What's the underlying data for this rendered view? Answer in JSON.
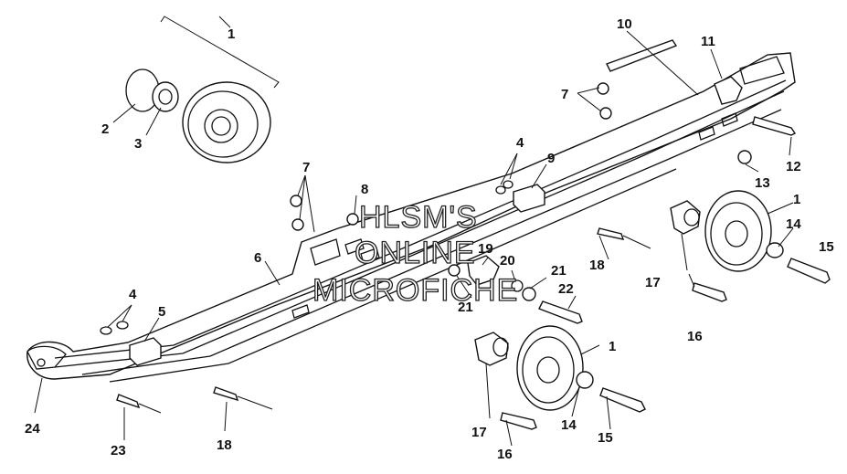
{
  "diagram": {
    "callouts": [
      {
        "id": "c1a",
        "label": "1"
      },
      {
        "id": "c2",
        "label": "2"
      },
      {
        "id": "c3",
        "label": "3"
      },
      {
        "id": "c4a",
        "label": "4"
      },
      {
        "id": "c4b",
        "label": "4"
      },
      {
        "id": "c5",
        "label": "5"
      },
      {
        "id": "c6",
        "label": "6"
      },
      {
        "id": "c7a",
        "label": "7"
      },
      {
        "id": "c7b",
        "label": "7"
      },
      {
        "id": "c8",
        "label": "8"
      },
      {
        "id": "c9",
        "label": "9"
      },
      {
        "id": "c10",
        "label": "10"
      },
      {
        "id": "c11",
        "label": "11"
      },
      {
        "id": "c12",
        "label": "12"
      },
      {
        "id": "c13",
        "label": "13"
      },
      {
        "id": "c1b",
        "label": "1"
      },
      {
        "id": "c14a",
        "label": "14"
      },
      {
        "id": "c15a",
        "label": "15"
      },
      {
        "id": "c16a",
        "label": "16"
      },
      {
        "id": "c17a",
        "label": "17"
      },
      {
        "id": "c18a",
        "label": "18"
      },
      {
        "id": "c19",
        "label": "19"
      },
      {
        "id": "c20",
        "label": "20"
      },
      {
        "id": "c21a",
        "label": "21"
      },
      {
        "id": "c21b",
        "label": "21"
      },
      {
        "id": "c22",
        "label": "22"
      },
      {
        "id": "c1c",
        "label": "1"
      },
      {
        "id": "c17b",
        "label": "17"
      },
      {
        "id": "c14b",
        "label": "14"
      },
      {
        "id": "c15b",
        "label": "15"
      },
      {
        "id": "c16b",
        "label": "16"
      },
      {
        "id": "c18b",
        "label": "18"
      },
      {
        "id": "c23",
        "label": "23"
      },
      {
        "id": "c24",
        "label": "24"
      }
    ],
    "watermark": [
      "HLSM'S",
      "ONLINE",
      "MICROFICHE"
    ]
  }
}
